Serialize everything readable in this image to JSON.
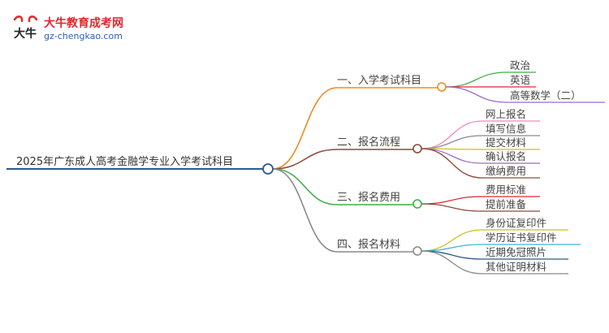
{
  "logo": {
    "title": "大牛教育成考网",
    "url": "gz-chengkao.com",
    "mark_text": "大牛",
    "mark_icon": "bull-horns-icon",
    "title_color": "#e0282d",
    "url_color": "#2a5fb0"
  },
  "mindmap": {
    "root": {
      "label": "2025年广东成人高考金融学专业入学考试科目",
      "color": "#2c5a8c"
    },
    "branches": [
      {
        "label": "一、入学考试科目",
        "color": "#f08a24",
        "children": [
          {
            "label": "政治",
            "color": "#3fae49"
          },
          {
            "label": "英语",
            "color": "#e0282d"
          },
          {
            "label": "高等数学（二）",
            "color": "#9b6bc9"
          }
        ]
      },
      {
        "label": "二、报名流程",
        "color": "#8b4a3c",
        "children": [
          {
            "label": "网上报名",
            "color": "#f08ab8"
          },
          {
            "label": "填写信息",
            "color": "#8a8a8a"
          },
          {
            "label": "提交材料",
            "color": "#c8c020"
          },
          {
            "label": "确认报名",
            "color": "#9b6bc9"
          },
          {
            "label": "缴纳费用",
            "color": "#8b4a3c"
          }
        ]
      },
      {
        "label": "三、报名费用",
        "color": "#3fae49",
        "children": [
          {
            "label": "费用标准",
            "color": "#e0282d"
          },
          {
            "label": "提前准备",
            "color": "#8b4a3c"
          }
        ]
      },
      {
        "label": "四、报名材料",
        "color": "#8a8a8a",
        "children": [
          {
            "label": "身份证复印件",
            "color": "#c8c020"
          },
          {
            "label": "学历证书复印件",
            "color": "#3ab4d8"
          },
          {
            "label": "近期免冠照片",
            "color": "#2c5a8c"
          },
          {
            "label": "其他证明材料",
            "color": "#8a8a8a"
          }
        ]
      }
    ]
  }
}
